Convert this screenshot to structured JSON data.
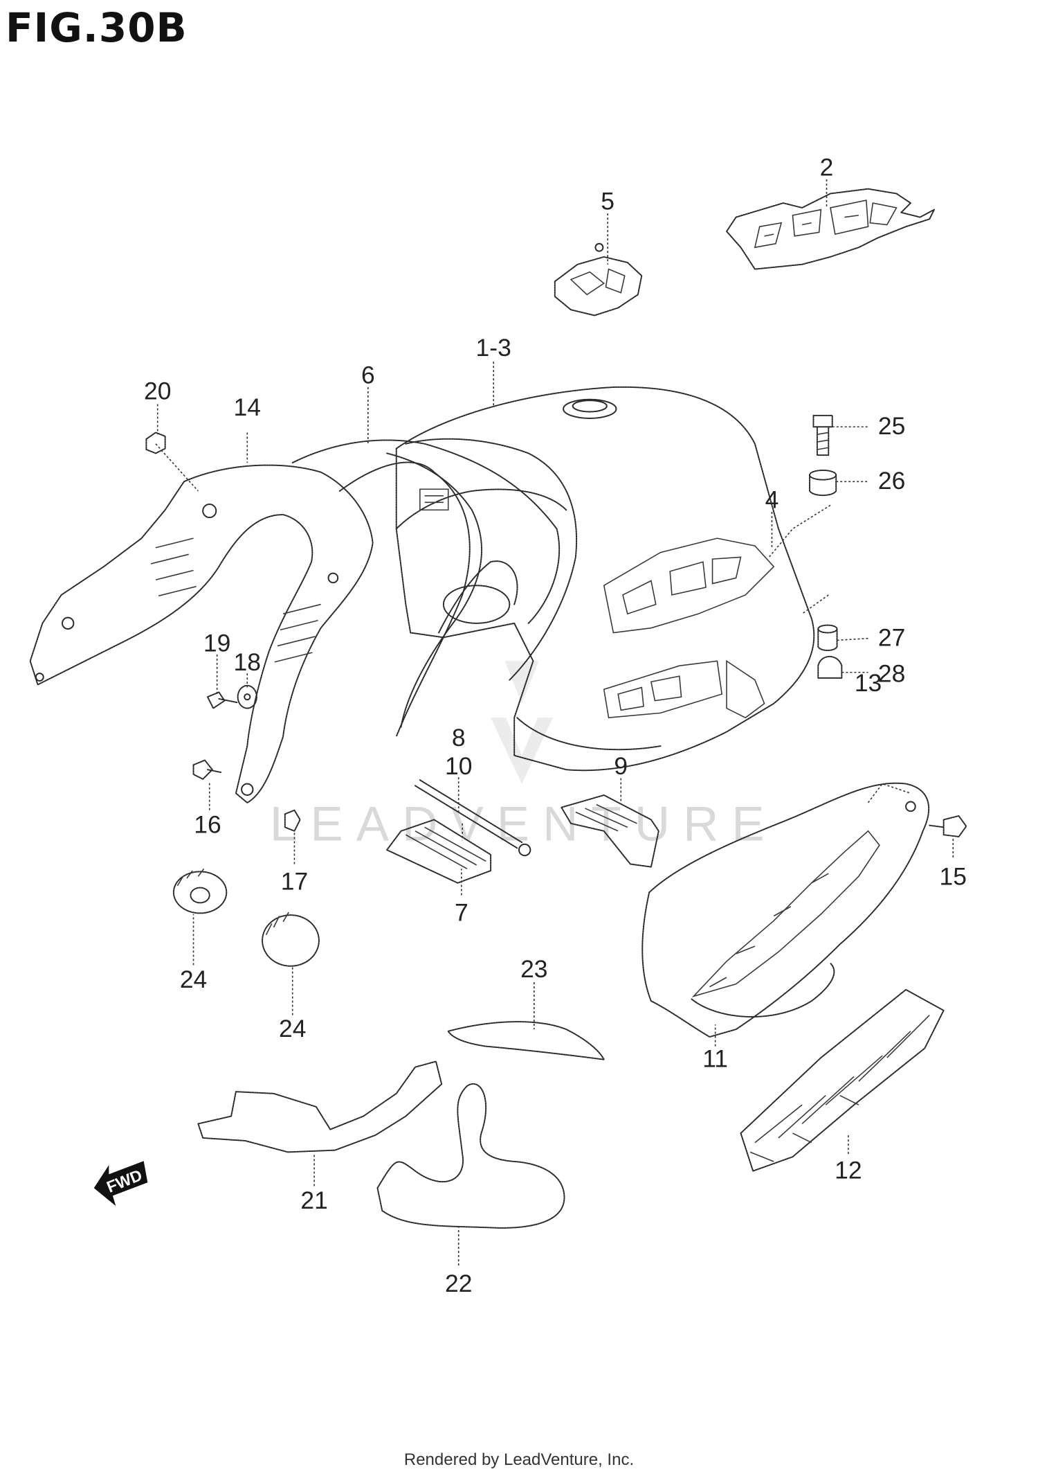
{
  "figure": {
    "title": "FIG.30B"
  },
  "watermark": {
    "text": "LEADVENTURE"
  },
  "footer": {
    "text": "Rendered by LeadVenture, Inc."
  },
  "direction_marker": {
    "label": "FWD",
    "icon": "arrow-left-icon"
  },
  "callouts": [
    {
      "id": "c-1-3",
      "label": "1-3"
    },
    {
      "id": "c-2",
      "label": "2"
    },
    {
      "id": "c-4",
      "label": "4"
    },
    {
      "id": "c-5",
      "label": "5"
    },
    {
      "id": "c-6",
      "label": "6"
    },
    {
      "id": "c-7",
      "label": "7"
    },
    {
      "id": "c-8",
      "label": "8"
    },
    {
      "id": "c-9",
      "label": "9"
    },
    {
      "id": "c-10",
      "label": "10"
    },
    {
      "id": "c-11",
      "label": "11"
    },
    {
      "id": "c-12",
      "label": "12"
    },
    {
      "id": "c-13",
      "label": "13"
    },
    {
      "id": "c-14",
      "label": "14"
    },
    {
      "id": "c-15",
      "label": "15"
    },
    {
      "id": "c-16",
      "label": "16"
    },
    {
      "id": "c-17",
      "label": "17"
    },
    {
      "id": "c-18",
      "label": "18"
    },
    {
      "id": "c-19",
      "label": "19"
    },
    {
      "id": "c-20",
      "label": "20"
    },
    {
      "id": "c-21",
      "label": "21"
    },
    {
      "id": "c-22",
      "label": "22"
    },
    {
      "id": "c-23",
      "label": "23"
    },
    {
      "id": "c-24a",
      "label": "24"
    },
    {
      "id": "c-24b",
      "label": "24"
    },
    {
      "id": "c-25",
      "label": "25"
    },
    {
      "id": "c-26",
      "label": "26"
    },
    {
      "id": "c-27",
      "label": "27"
    },
    {
      "id": "c-28",
      "label": "28"
    }
  ]
}
